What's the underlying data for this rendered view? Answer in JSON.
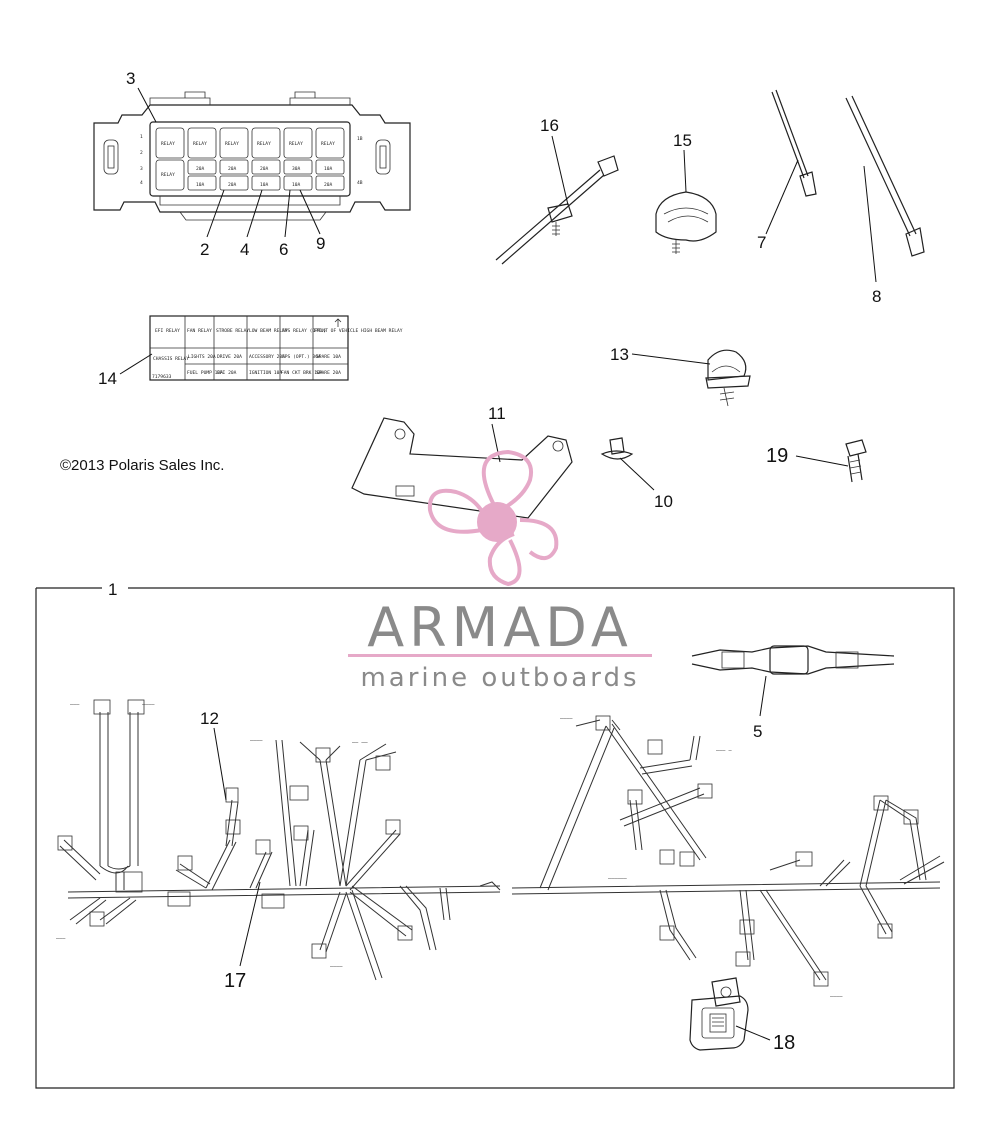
{
  "copyright": "©2013 Polaris Sales Inc.",
  "watermark": {
    "brand": "ARMADA",
    "tagline": "marine outboards",
    "brand_color": "#8a8a8a",
    "logo_color": "#e6a9c8",
    "rule_color": "#e6a9c8"
  },
  "callouts": {
    "c1": "1",
    "c2": "2",
    "c3": "3",
    "c4": "4",
    "c5": "5",
    "c6": "6",
    "c7": "7",
    "c8": "8",
    "c9": "9",
    "c10": "10",
    "c11": "11",
    "c12": "12",
    "c13": "13",
    "c14": "14",
    "c15": "15",
    "c16": "16",
    "c17": "17",
    "c18": "18",
    "c19": "19"
  },
  "fuse_box": {
    "row_numbers": [
      "1",
      "2",
      "3",
      "4"
    ],
    "side_code": "1B",
    "side_code2": "4B",
    "row1": [
      "RELAY",
      "RELAY",
      "RELAY",
      "RELAY",
      "RELAY",
      "RELAY"
    ],
    "row2": [
      "RELAY",
      "20A",
      "20A",
      "20A",
      "30A",
      "10A"
    ],
    "row3": [
      "10A",
      "20A",
      "10A",
      "10A",
      "20A"
    ]
  },
  "decal": {
    "row1": [
      "EFI RELAY",
      "FAN RELAY",
      "STROBE RELAY",
      "LOW BEAM RELAY",
      "EPS RELAY (OPT.)",
      "FRONT OF VEHICLE HIGH BEAM RELAY"
    ],
    "row2_label": "CHASSIS RELAY",
    "row2": [
      "LIGHTS 20A",
      "DRIVE 20A",
      "ACCESSORY 20A",
      "EPS (OPT.) 30A",
      "SPARE 10A"
    ],
    "row3": [
      "FUEL PUMP 10A",
      "EFI 20A",
      "IGNITION 10A",
      "FAN CKT BRK 10A",
      "SPARE 20A"
    ],
    "part_number": "7179633"
  }
}
